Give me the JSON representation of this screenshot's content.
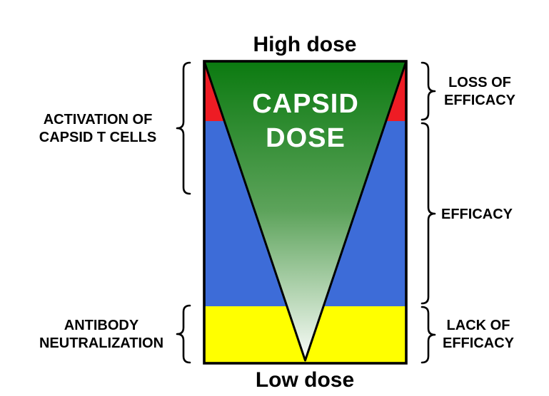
{
  "diagram": {
    "top_label": "High dose",
    "bottom_label": "Low dose",
    "center_label": {
      "line1": "CAPSID",
      "line2": "DOSE"
    },
    "left_labels": {
      "activation": {
        "line1": "ACTIVATION OF",
        "line2": "CAPSID T CELLS"
      },
      "antibody": {
        "line1": "ANTIBODY",
        "line2": "NEUTRALIZATION"
      }
    },
    "right_labels": {
      "loss": {
        "line1": "LOSS OF",
        "line2": "EFFICACY"
      },
      "efficacy": {
        "line1": "EFFICACY"
      },
      "lack": {
        "line1": "LACK OF",
        "line2": "EFFICACY"
      }
    },
    "colors": {
      "red": "#ee1c24",
      "blue": "#3d6cd8",
      "yellow": "#ffff00",
      "green_top": "#0b7a10",
      "green_mid": "#5da35b",
      "green_bottom": "#fbfdfa",
      "outline": "#000000"
    }
  }
}
